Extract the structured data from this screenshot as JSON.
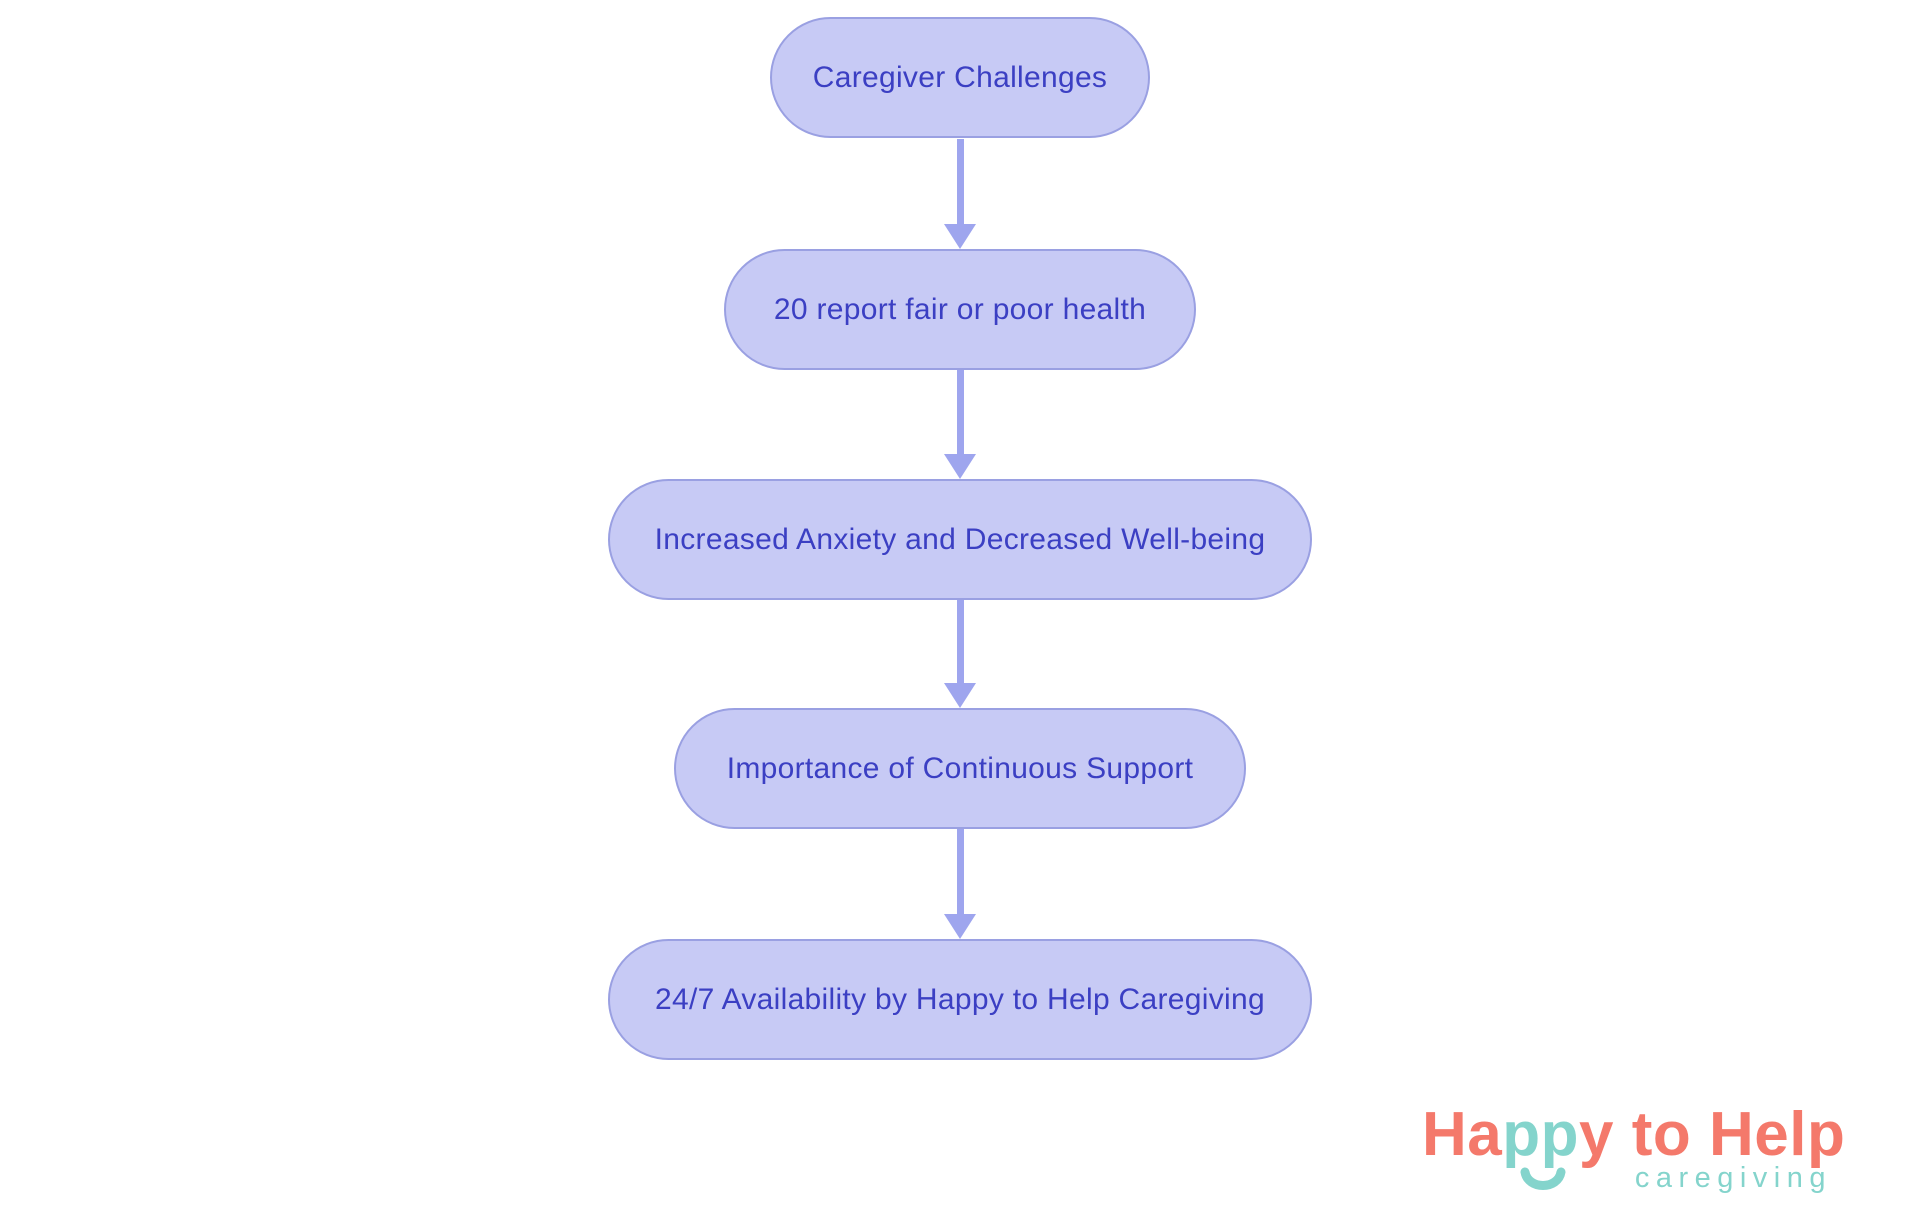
{
  "diagram": {
    "type": "flowchart",
    "direction": "top-down",
    "nodes": [
      {
        "id": 0,
        "label": "Caregiver Challenges"
      },
      {
        "id": 1,
        "label": "20 report fair or poor health"
      },
      {
        "id": 2,
        "label": "Increased Anxiety and Decreased Well-being"
      },
      {
        "id": 3,
        "label": "Importance of Continuous Support"
      },
      {
        "id": 4,
        "label": "24/7 Availability by Happy to Help Caregiving"
      }
    ],
    "edges": [
      {
        "from": 0,
        "to": 1
      },
      {
        "from": 1,
        "to": 2
      },
      {
        "from": 2,
        "to": 3
      },
      {
        "from": 3,
        "to": 4
      }
    ],
    "colors": {
      "node_fill": "#c7caf5",
      "node_border": "#9aa0e2",
      "node_text": "#3b3fc3",
      "arrow": "#9ea5ee",
      "background": "#ffffff"
    }
  },
  "logo": {
    "brand_part_1": "Ha",
    "brand_part_2": "pp",
    "brand_part_3": "y to Help",
    "subtitle": "caregiving",
    "colors": {
      "coral": "#f4796b",
      "teal": "#84d4cc"
    }
  }
}
